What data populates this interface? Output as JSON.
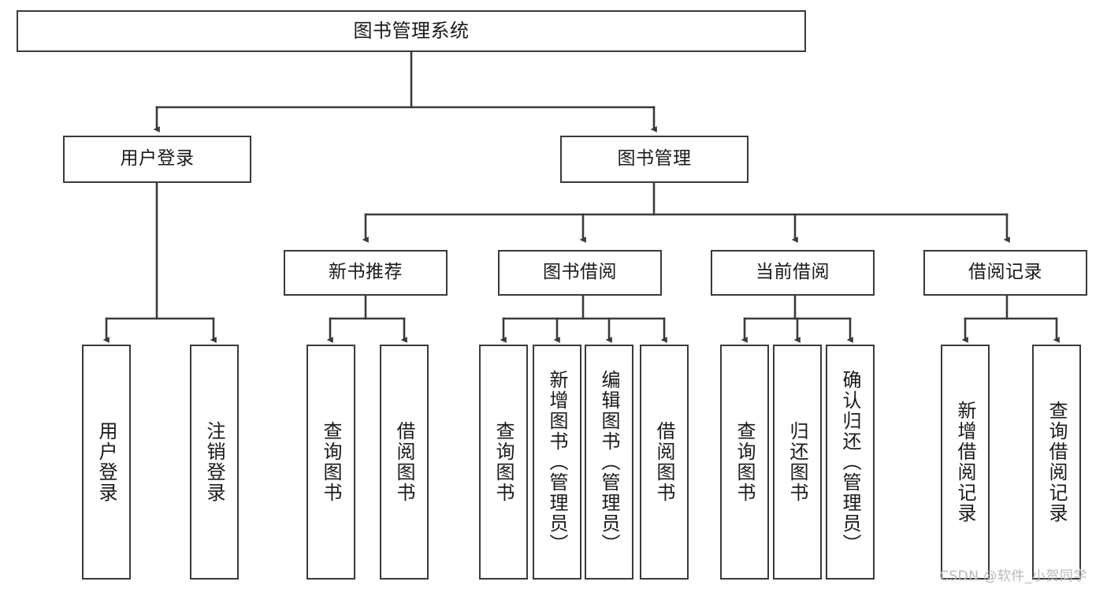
{
  "diagram": {
    "title": "图书管理系统",
    "type": "tree",
    "watermark": "CSDN @软件_小贺同学",
    "colors": {
      "box_border": "#3a3a3a",
      "box_fill": "#ffffff",
      "connector": "#3a3a3a",
      "text": "#1a1a1a",
      "watermark": "#b9b9b9"
    }
  },
  "nodes": {
    "root": {
      "label": "图书管理系统"
    },
    "level1": [
      {
        "label": "用户登录"
      },
      {
        "label": "图书管理"
      }
    ],
    "level2": [
      {
        "label": "新书推荐"
      },
      {
        "label": "图书借阅"
      },
      {
        "label": "当前借阅"
      },
      {
        "label": "借阅记录"
      }
    ],
    "leaves": {
      "user_login": [
        {
          "label": "用户登录"
        },
        {
          "label": "注销登录"
        }
      ],
      "new_book": [
        {
          "label": "查询图书"
        },
        {
          "label": "借阅图书"
        }
      ],
      "book_borrow": [
        {
          "label": "查询图书"
        },
        {
          "label": "新增图书（管理员）"
        },
        {
          "label": "编辑图书（管理员）"
        },
        {
          "label": "借阅图书"
        }
      ],
      "current_borrow": [
        {
          "label": "查询图书"
        },
        {
          "label": "归还图书"
        },
        {
          "label": "确认归还（管理员）"
        }
      ],
      "borrow_record": [
        {
          "label": "新增借阅记录"
        },
        {
          "label": "查询借阅记录"
        }
      ]
    }
  }
}
